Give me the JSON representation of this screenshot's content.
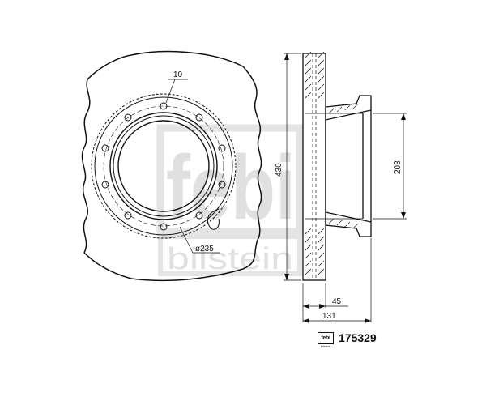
{
  "brand": {
    "logo_text": "febi",
    "brand_name": "bilstein",
    "badge_logo": "febi",
    "badge_sub": "bilstein",
    "registered_mark": "®",
    "colors": {
      "line": "#111111",
      "watermark": "#cfcfcf"
    }
  },
  "part": {
    "number": "175329"
  },
  "dimensions": {
    "bolt_hole_dia": "10",
    "bolt_circle": "ø235",
    "outer_dia": "430",
    "hub_dia": "203",
    "offset": "45",
    "overall_height": "131"
  },
  "icons": [
    "brake-disc-front-view",
    "brake-disc-section-view",
    "febi-badge-icon"
  ]
}
